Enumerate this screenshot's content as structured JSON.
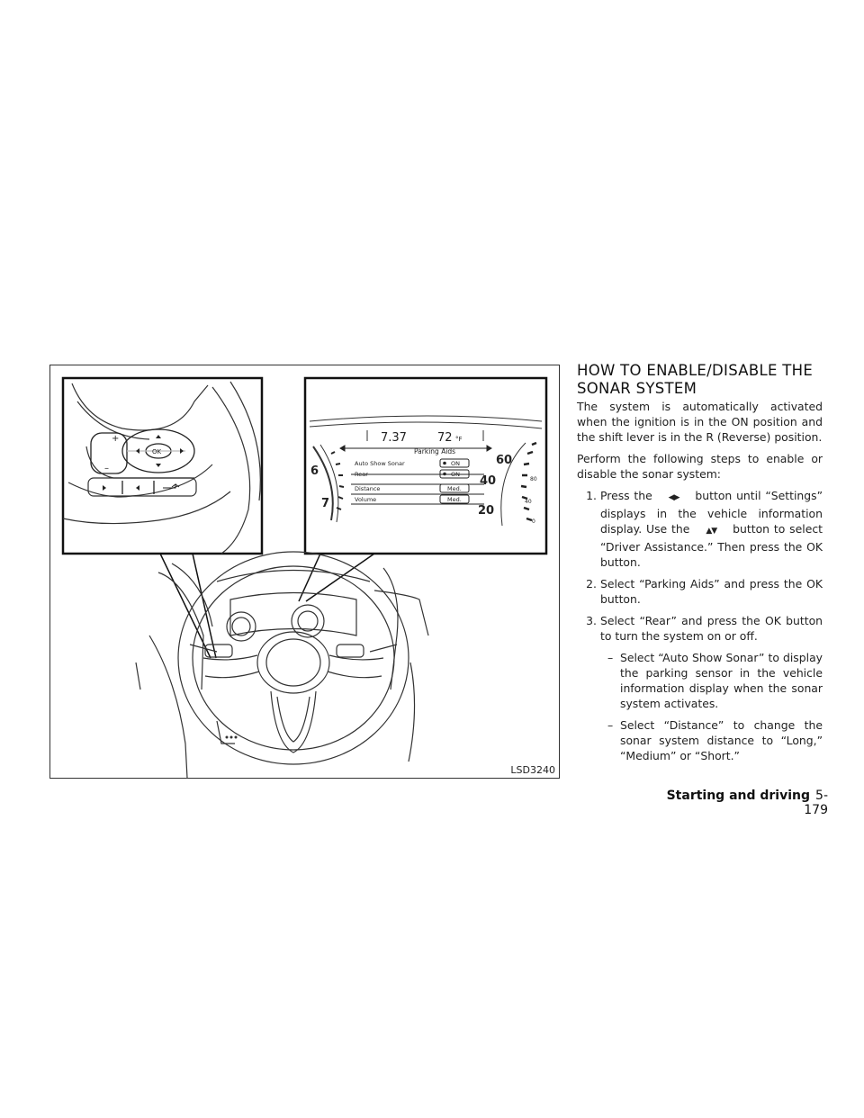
{
  "section": {
    "heading_line1": "HOW TO ENABLE/DISABLE THE",
    "heading_line2": "SONAR SYSTEM",
    "intro": "The system is automatically activated when the ignition is in the ON position and the shift lever is in the R (Reverse) position.",
    "perform": "Perform the following steps to enable or disable the sonar system:",
    "steps": [
      {
        "num": "1.",
        "part1": "Press the",
        "icon1": "left-right-arrows-icon",
        "part2": "button until “Settings” displays in the vehicle information display. Use the",
        "icon2": "up-down-arrows-icon",
        "part3": "button to select “Driver Assistance.” Then press the OK button."
      },
      {
        "num": "2.",
        "text": "Select “Parking Aids” and press the OK button."
      },
      {
        "num": "3.",
        "text": "Select “Rear” and press the OK button to turn the system on or off."
      }
    ],
    "subitems": [
      {
        "dash": "–",
        "text": "Select “Auto Show Sonar” to display the parking sensor in the vehicle information display when the sonar system activates."
      },
      {
        "dash": "–",
        "text": "Select “Distance” to change the sonar system distance to “Long,” “Medium” or “Short.”"
      }
    ]
  },
  "figure": {
    "code": "LSD3240",
    "display": {
      "time": "7.37",
      "temp": "72",
      "temp_unit": "°F",
      "menu_title": "Parking Aids",
      "rows": [
        {
          "label": "Auto Show Sonar",
          "value": "ON"
        },
        {
          "label": "Rear",
          "value": "ON"
        },
        {
          "label": "Distance",
          "value": "Med."
        },
        {
          "label": "Volume",
          "value": "Med."
        }
      ],
      "tach_labels": [
        "6",
        "7"
      ],
      "speed_labels": [
        "60",
        "40",
        "20"
      ],
      "speed_small": [
        "80",
        "40",
        "0"
      ]
    },
    "wheel_buttons": {
      "ok": "OK",
      "plus": "+",
      "minus": "–"
    }
  },
  "footer": {
    "chapter": "Starting and driving",
    "page": "5-179"
  }
}
